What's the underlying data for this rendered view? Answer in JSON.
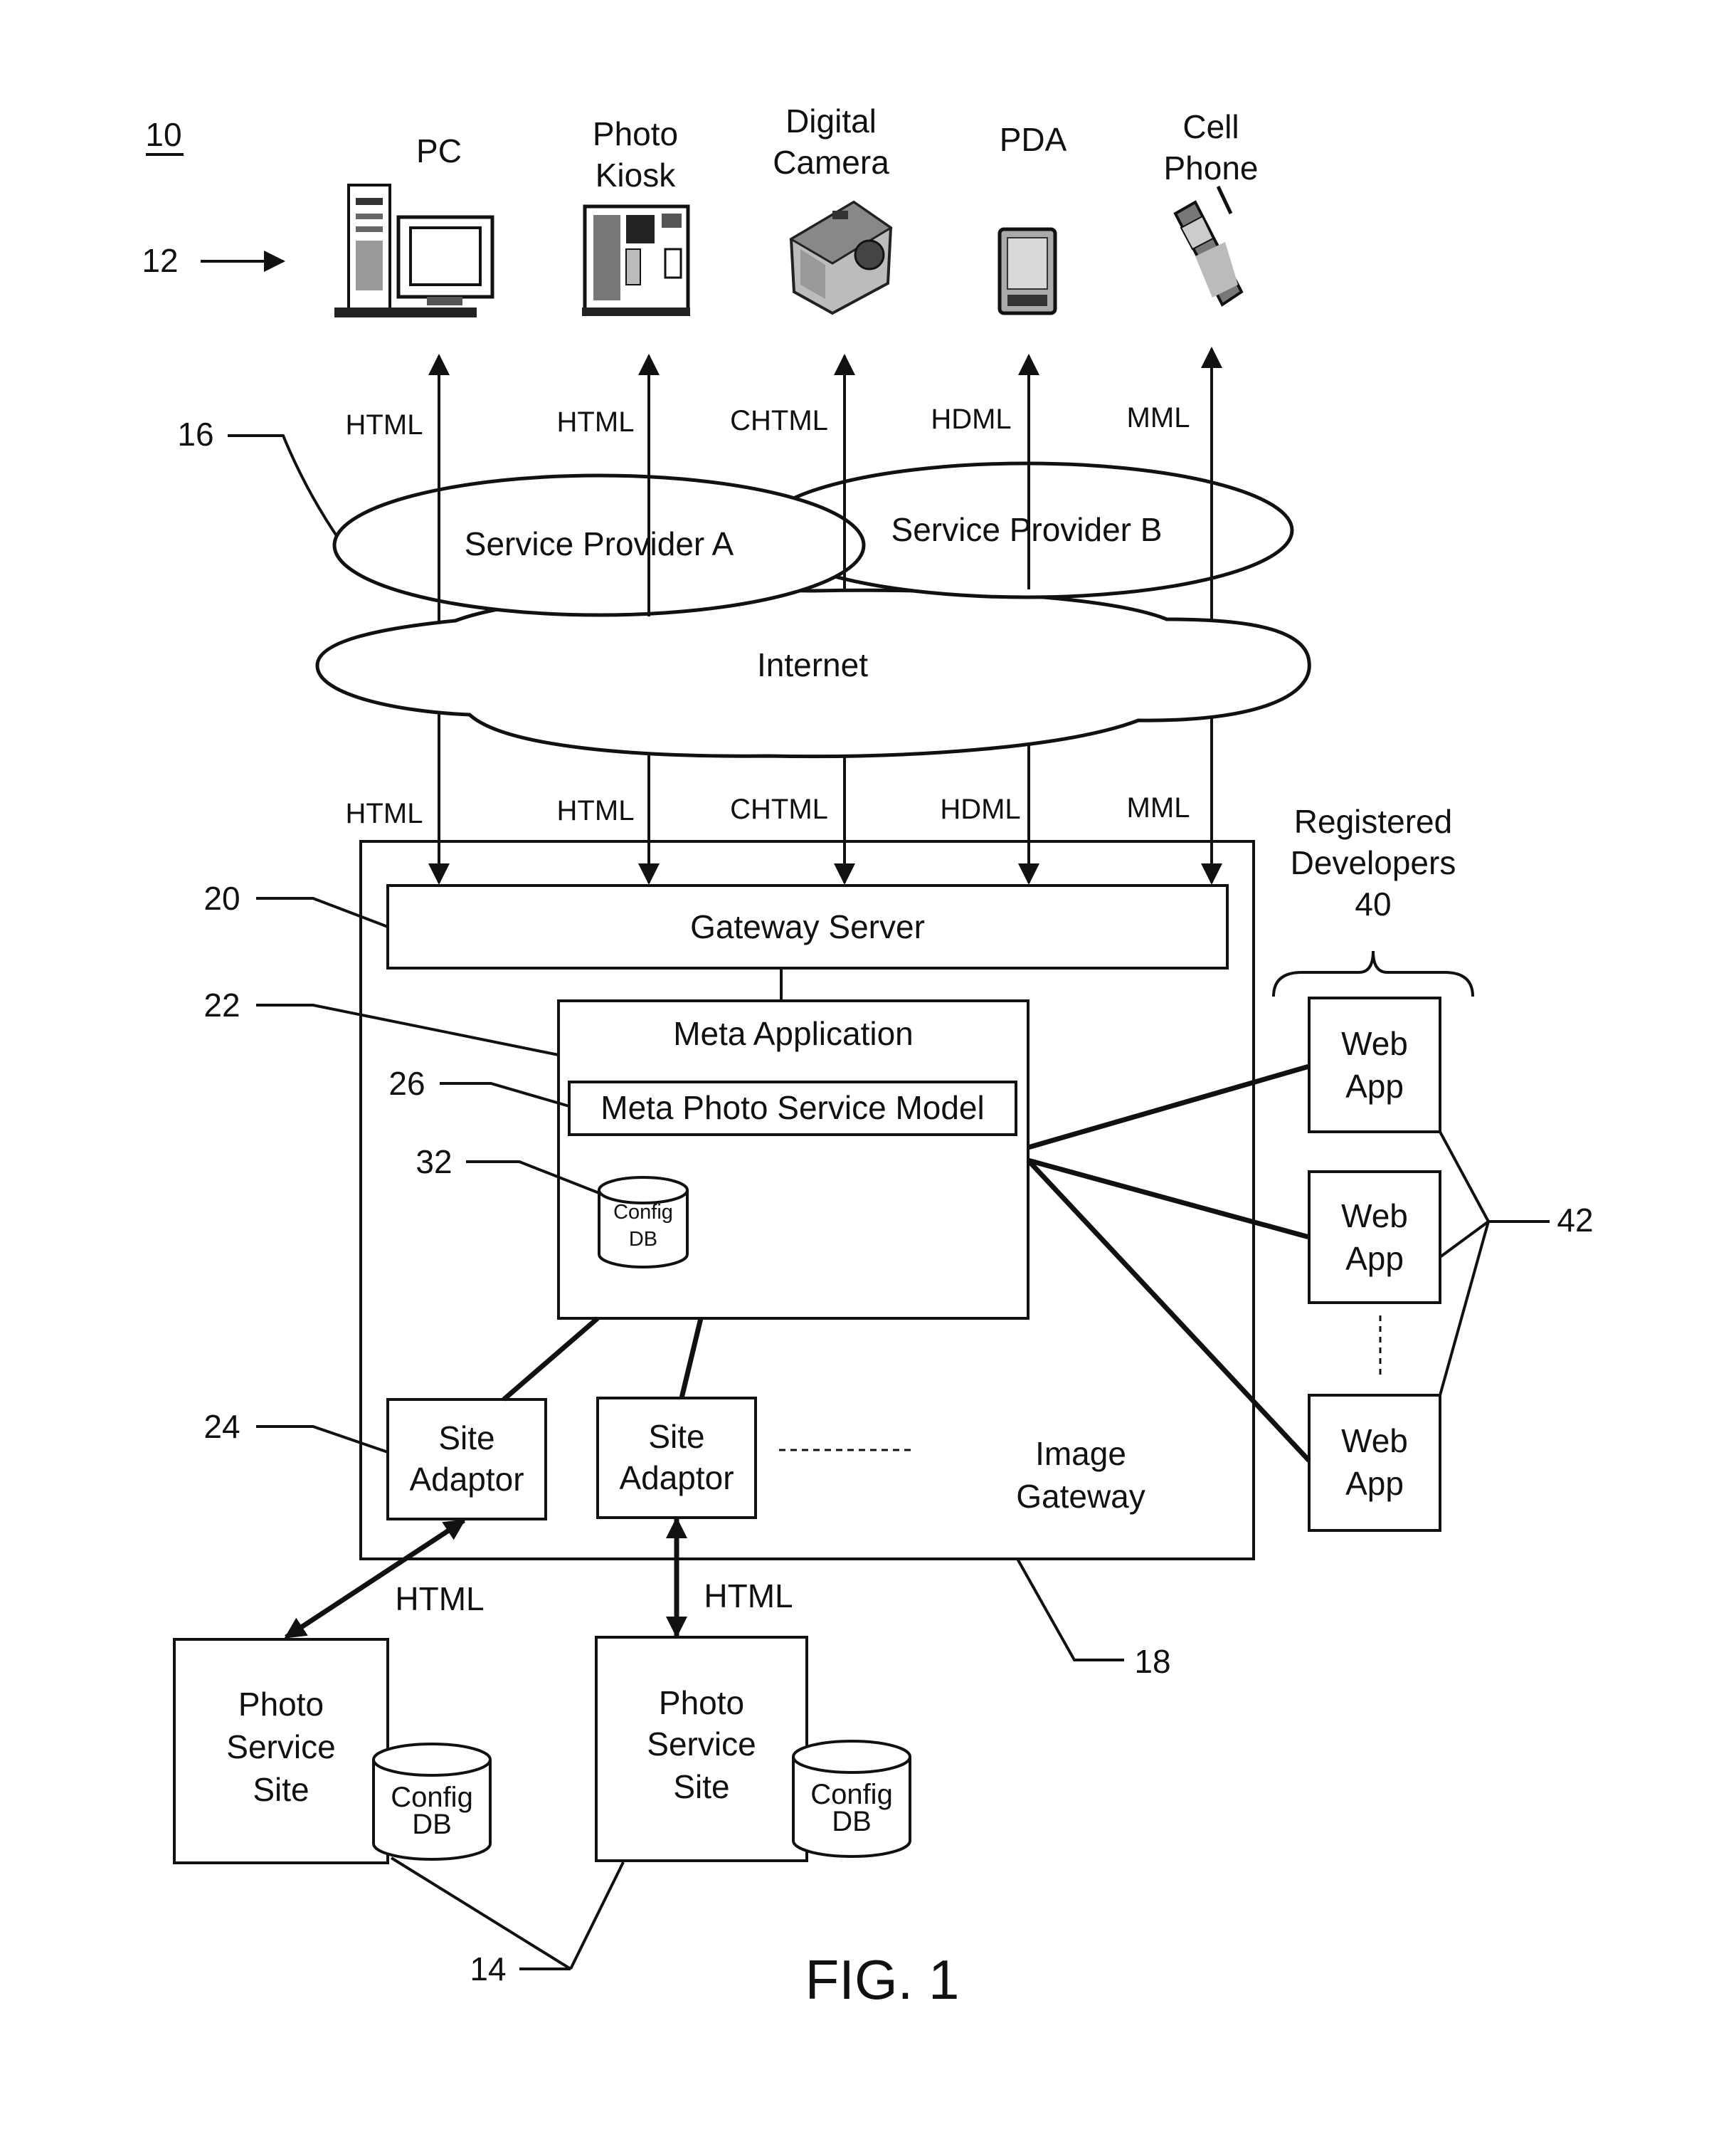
{
  "refs": {
    "r10": "10",
    "r12": "12",
    "r16": "16",
    "r20": "20",
    "r22": "22",
    "r26": "26",
    "r32": "32",
    "r24": "24",
    "r42": "42",
    "r18": "18",
    "r14": "14"
  },
  "devices": {
    "pc": "PC",
    "kiosk": [
      "Photo",
      "Kiosk"
    ],
    "camera": [
      "Digital",
      "Camera"
    ],
    "pda": "PDA",
    "phone": [
      "Cell",
      "Phone"
    ]
  },
  "protocols_top": [
    "HTML",
    "HTML",
    "CHTML",
    "HDML",
    "MML"
  ],
  "protocols_bottom": [
    "HTML",
    "HTML",
    "CHTML",
    "HDML",
    "MML"
  ],
  "clouds": {
    "provider_a": "Service Provider A",
    "provider_b": "Service Provider B",
    "internet": "Internet"
  },
  "developers": [
    "Registered",
    "Developers",
    "40"
  ],
  "gateway_server": "Gateway  Server",
  "meta_application": "Meta Application",
  "meta_photo_service_model": "Meta Photo Service Model",
  "config_db": [
    "Config",
    "DB"
  ],
  "site_adaptor": [
    "Site",
    "Adaptor"
  ],
  "image_gateway": [
    "Image",
    "Gateway"
  ],
  "web_app": [
    "Web",
    "App"
  ],
  "site_links": [
    "HTML",
    "HTML"
  ],
  "photo_service_site": [
    "Photo",
    "Service",
    "Site"
  ],
  "figure": "FIG. 1"
}
